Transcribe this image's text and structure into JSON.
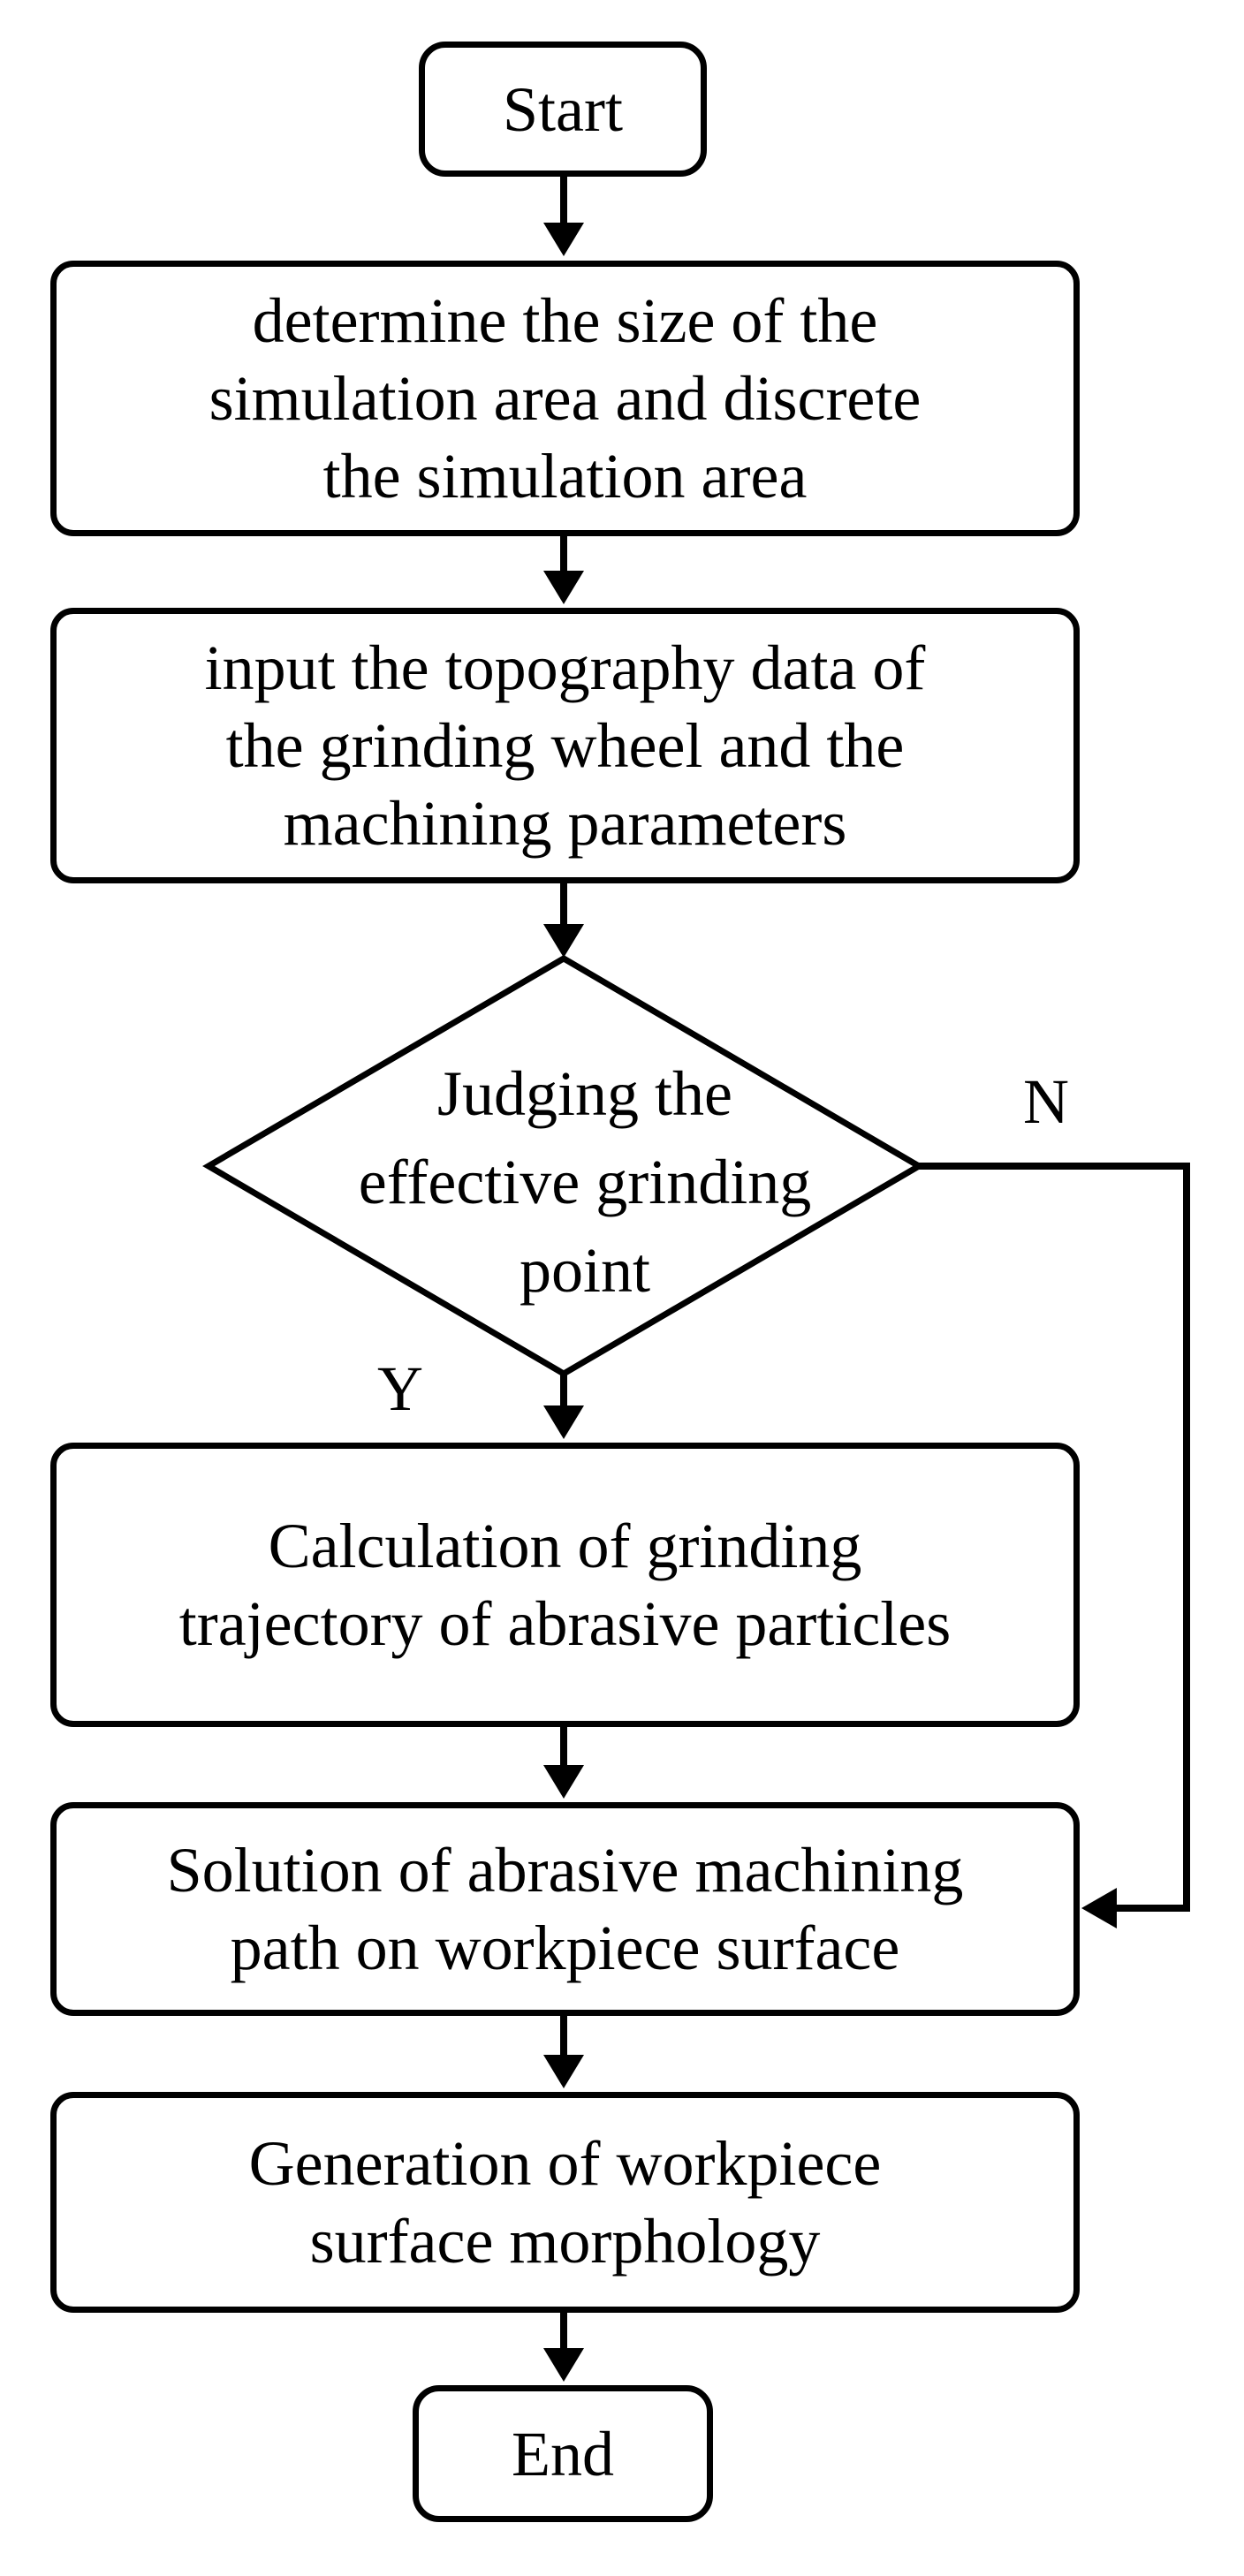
{
  "flowchart": {
    "start": "Start",
    "step1": "determine the size of the\nsimulation area and discrete\nthe simulation area",
    "step2": "input the topography data of\nthe grinding wheel and the\nmachining parameters",
    "decision": "Judging the\neffective grinding\npoint",
    "yes_label": "Y",
    "no_label": "N",
    "step3": "Calculation of grinding\ntrajectory of abrasive  particles",
    "step4": "Solution of abrasive machining\npath on workpiece surface",
    "step5": "Generation of workpiece\nsurface morphology",
    "end": "End"
  }
}
